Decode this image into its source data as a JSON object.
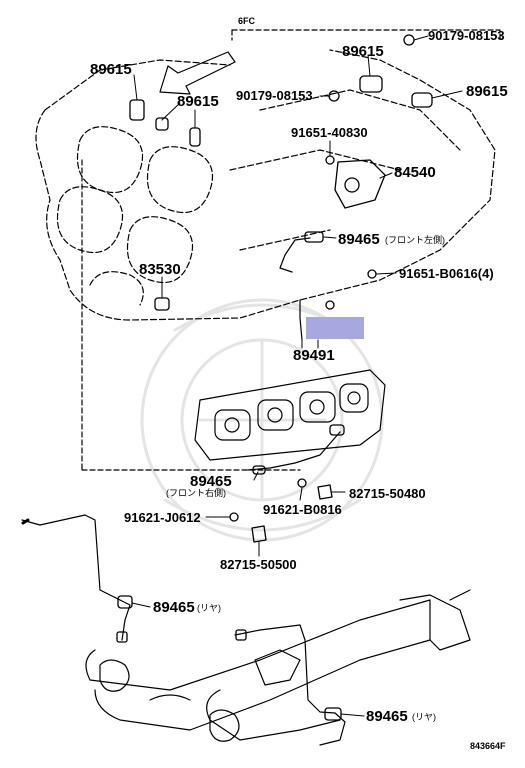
{
  "diagram": {
    "header_code": "6FC",
    "ref_code": "843664F",
    "highlight_color": "#a8a8e0",
    "labels": {
      "p89615_a": "89615",
      "p89615_b": "89615",
      "p89615_c": "89615",
      "p89615_d": "89615",
      "p90179_a": "90179-08153",
      "p90179_b": "90179-08153",
      "p91651_40830": "91651-40830",
      "p84540": "84540",
      "p89465_front_left": "89465",
      "note_front_left": "(フロント左側)",
      "p83530": "83530",
      "p91651_b0616": "91651-B0616(4)",
      "p89491": "89491",
      "p89465_front_right": "89465",
      "note_front_right": "(フロント右側)",
      "p82715_50480": "82715-50480",
      "p91621_j0612": "91621-J0612",
      "p91621_b0816": "91621-B0816",
      "p82715_50500": "82715-50500",
      "p89465_rear_a": "89465",
      "note_rear_a": "(リヤ)",
      "p89465_rear_b": "89465",
      "note_rear_b": "(リヤ)"
    }
  }
}
